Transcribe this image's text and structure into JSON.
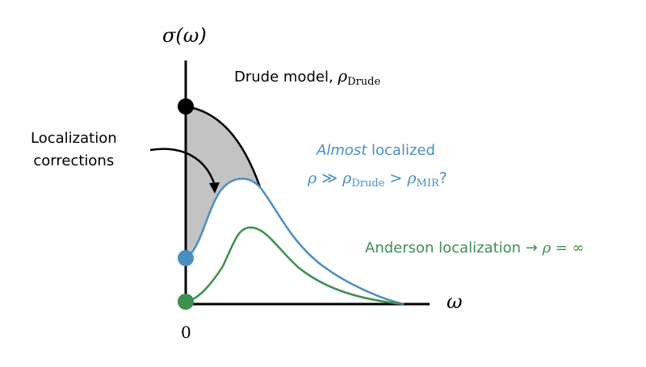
{
  "axes": {
    "y_label": "σ(ω)",
    "x_label": "ω",
    "origin_label": "0"
  },
  "annotations": {
    "drude": {
      "text": "Drude model, ",
      "symbol": "ρ",
      "subscript": "Drude"
    },
    "localization_corrections": {
      "line1": "Localization",
      "line2": "corrections"
    },
    "almost_localized": {
      "emphasis": "Almost",
      "rest": " localized",
      "inequality": {
        "rho": "ρ",
        "much_greater": " ≫ ",
        "rho_drude": "ρ",
        "drude_sub": "Drude",
        "greater": " > ",
        "rho_mir": "ρ",
        "mir_sub": "MIR",
        "question": "?"
      }
    },
    "anderson": {
      "text": "Anderson localization → ",
      "equation": "ρ = ∞"
    }
  },
  "colors": {
    "drude_curve": "#000000",
    "almost_localized_curve": "#4a8fc2",
    "anderson_curve": "#3f8f4f",
    "shaded_region": "#c3c3c3",
    "axes": "#000000"
  }
}
